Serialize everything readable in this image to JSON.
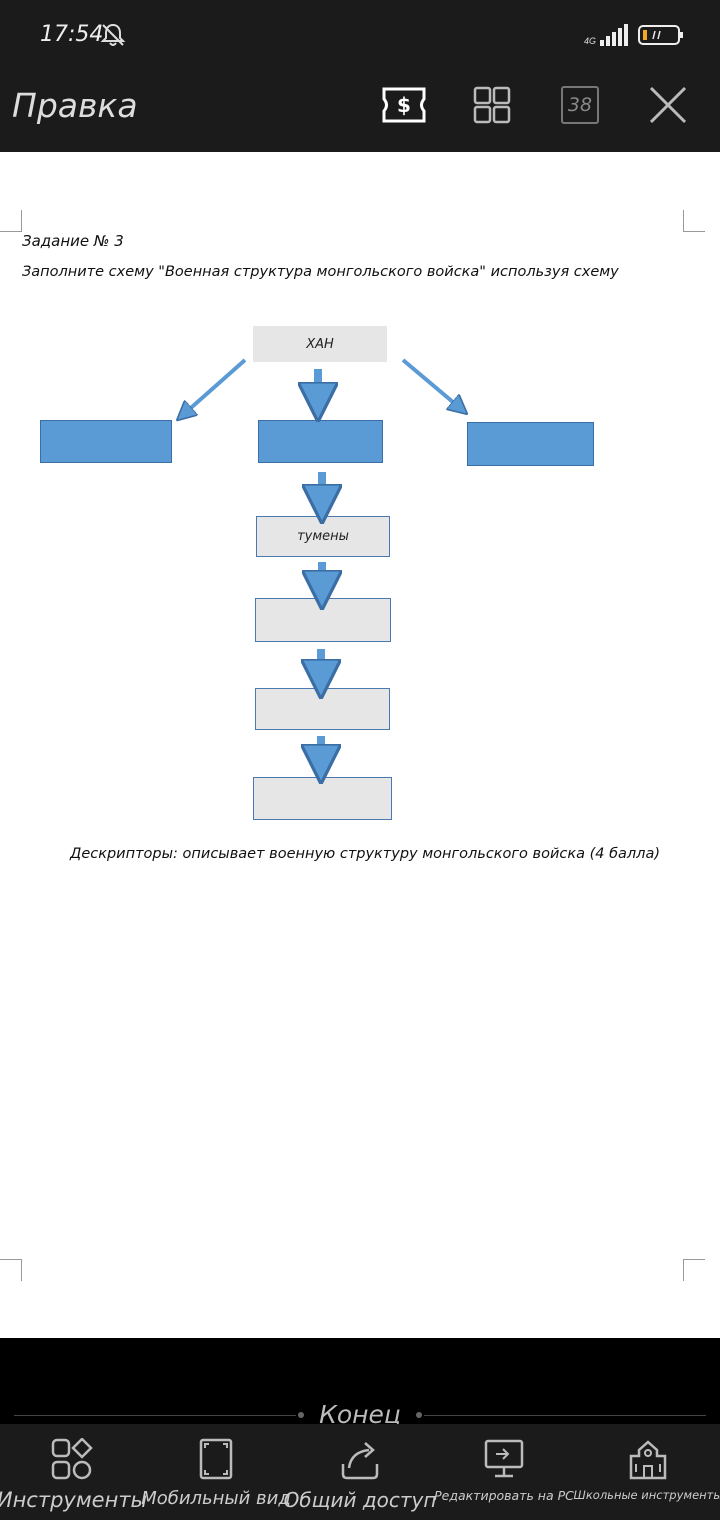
{
  "status_bar": {
    "time": "17:54",
    "network": "4G"
  },
  "top_bar": {
    "title": "Правка",
    "page_count": "38"
  },
  "document": {
    "task_number": "Задание № 3",
    "task_text": "Заполните схему \"Военная структура монгольского войска\" используя схему",
    "diagram": {
      "top_box": "ХАН",
      "middle_box": "тумены"
    },
    "descriptors": "Дескрипторы: описывает военную структуру монгольского войска (4 балла)"
  },
  "end_label": "Конец",
  "bottom_bar": {
    "items": [
      {
        "label": "Инструменты"
      },
      {
        "label": "Мобильный вид"
      },
      {
        "label": "Общий доступ"
      },
      {
        "label": "Редактировать на PC"
      },
      {
        "label": "Школьные инструменты"
      }
    ]
  },
  "colors": {
    "bar_bg": "#1b1b1b",
    "box_blue": "#5b9bd5",
    "box_grey": "#e6e6e6",
    "arrow_blue": "#5b9bd5"
  }
}
